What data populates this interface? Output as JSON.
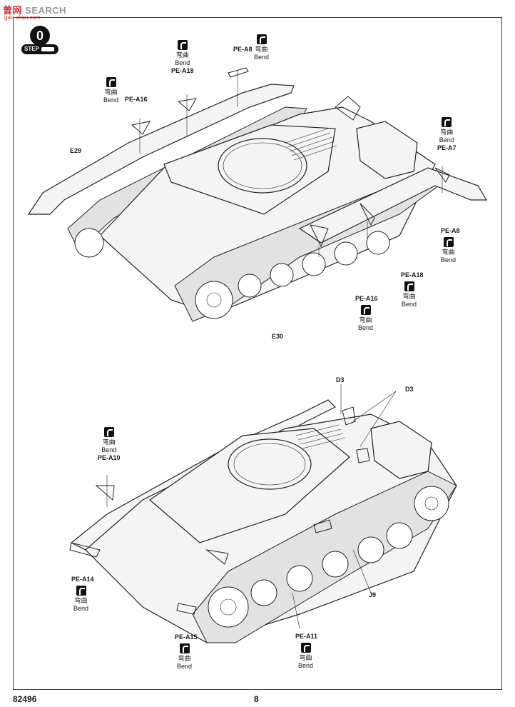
{
  "watermark": {
    "cn": "曾",
    "cn2": "网",
    "en": "SEARCH",
    "sub": "gao-shou.com"
  },
  "step": {
    "number": "0",
    "label": "STEP"
  },
  "callouts_top": [
    {
      "cn": "弯曲",
      "en": "Bend",
      "part": "PE-A16"
    },
    {
      "cn": "弯曲",
      "en": "Bend",
      "part": "PE-A18"
    },
    {
      "cn": "弯曲",
      "en": "Bend"
    },
    {
      "cn": "弯曲",
      "en": "Bend",
      "part": "PE-A7"
    },
    {
      "cn": "弯曲",
      "en": "Bend"
    },
    {
      "cn": "弯曲",
      "en": "Bend"
    },
    {
      "cn": "弯曲",
      "en": "Bend"
    }
  ],
  "parts_top": {
    "pe_a8_top": "PE-A8",
    "e29": "E29",
    "e30": "E30",
    "pe_a8_right": "PE-A8",
    "pe_a18_bottom": "PE-A18",
    "pe_a16_bottom": "PE-A16"
  },
  "callouts_bottom": [
    {
      "cn": "弯曲",
      "en": "Bend",
      "part": "PE-A10"
    },
    {
      "cn": "弯曲",
      "en": "Bend"
    },
    {
      "cn": "弯曲",
      "en": "Bend"
    },
    {
      "cn": "弯曲",
      "en": "Bend"
    }
  ],
  "parts_bottom": {
    "d3_left": "D3",
    "d3_right": "D3",
    "pe_a14": "PE-A14",
    "pe_a15": "PE-A15",
    "pe_a11": "PE-A11",
    "j9": "J9"
  },
  "footer": {
    "code": "82496",
    "page": "8"
  }
}
